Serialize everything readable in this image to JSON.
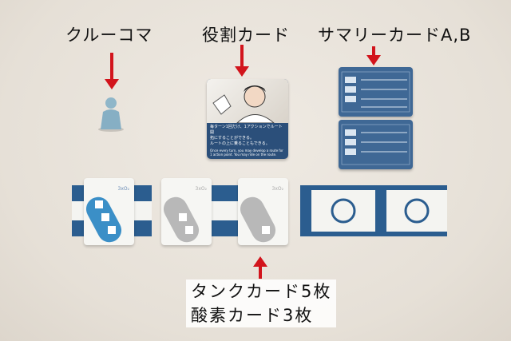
{
  "labels": {
    "crew_piece": "クルーコマ",
    "role_card": "役割カード",
    "summary_card": "サマリーカードA,B",
    "tank_line": "タンクカード5枚",
    "oxygen_line": "酸素カード3枚"
  },
  "role_card_text": {
    "jp_line1": "毎ターン1回だけ、1アクションでルート開",
    "jp_line2": "拓にすることができる。",
    "jp_line3": "ルートの上に乗ることもできる。",
    "en_line": "Once every turn, you may develop a route for 1 action point. You may ride on the route."
  },
  "tank_card_marks": [
    "3xO₂",
    "3xO₂",
    "3xO₂"
  ],
  "colors": {
    "arrow": "#d2141c",
    "card_blue": "#2b5d8f",
    "background": "#e9e4dc"
  }
}
